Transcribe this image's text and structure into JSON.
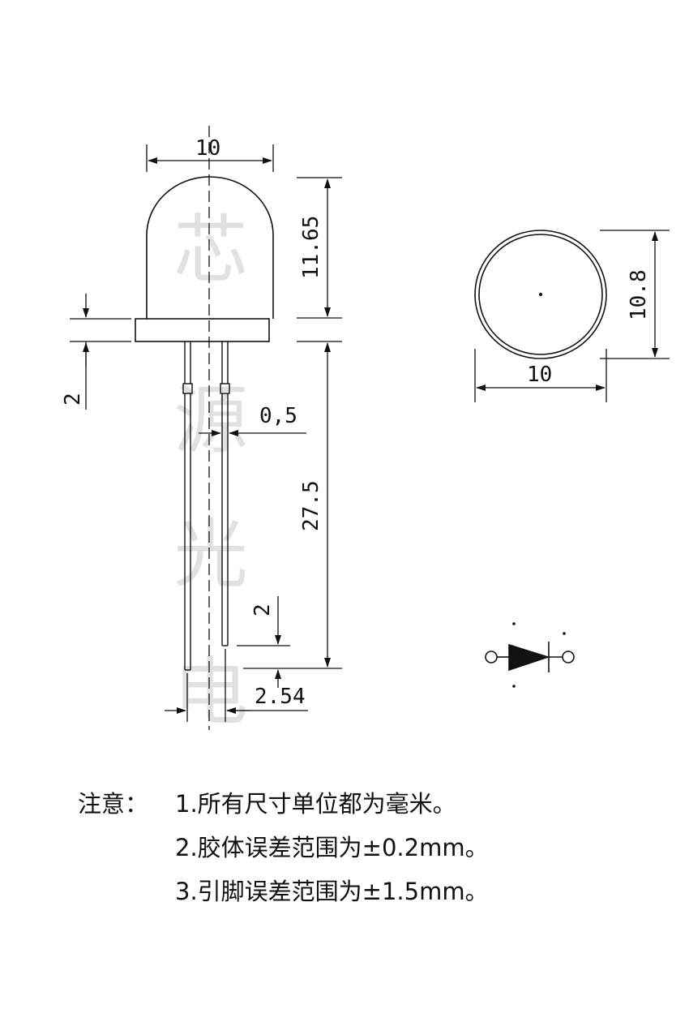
{
  "watermark": [
    "芯",
    "源",
    "光",
    "电"
  ],
  "side_view": {
    "body_diameter": "10",
    "dome_height": "11.65",
    "flange_height": "2",
    "lead_width": "0,5",
    "lead_length": "27.5",
    "lead_offset": "2",
    "lead_spacing": "2.54"
  },
  "top_view": {
    "diameter": "10",
    "flange_diameter": "10.8"
  },
  "notes": {
    "label": "注意：",
    "items": [
      "1.所有尺寸单位都为毫米。",
      "2.胶体误差范围为±0.2mm。",
      "3.引脚误差范围为±1.5mm。"
    ]
  },
  "colors": {
    "line": "#111111",
    "watermark": "#c9c9c9"
  },
  "symbol": "diode-icon"
}
